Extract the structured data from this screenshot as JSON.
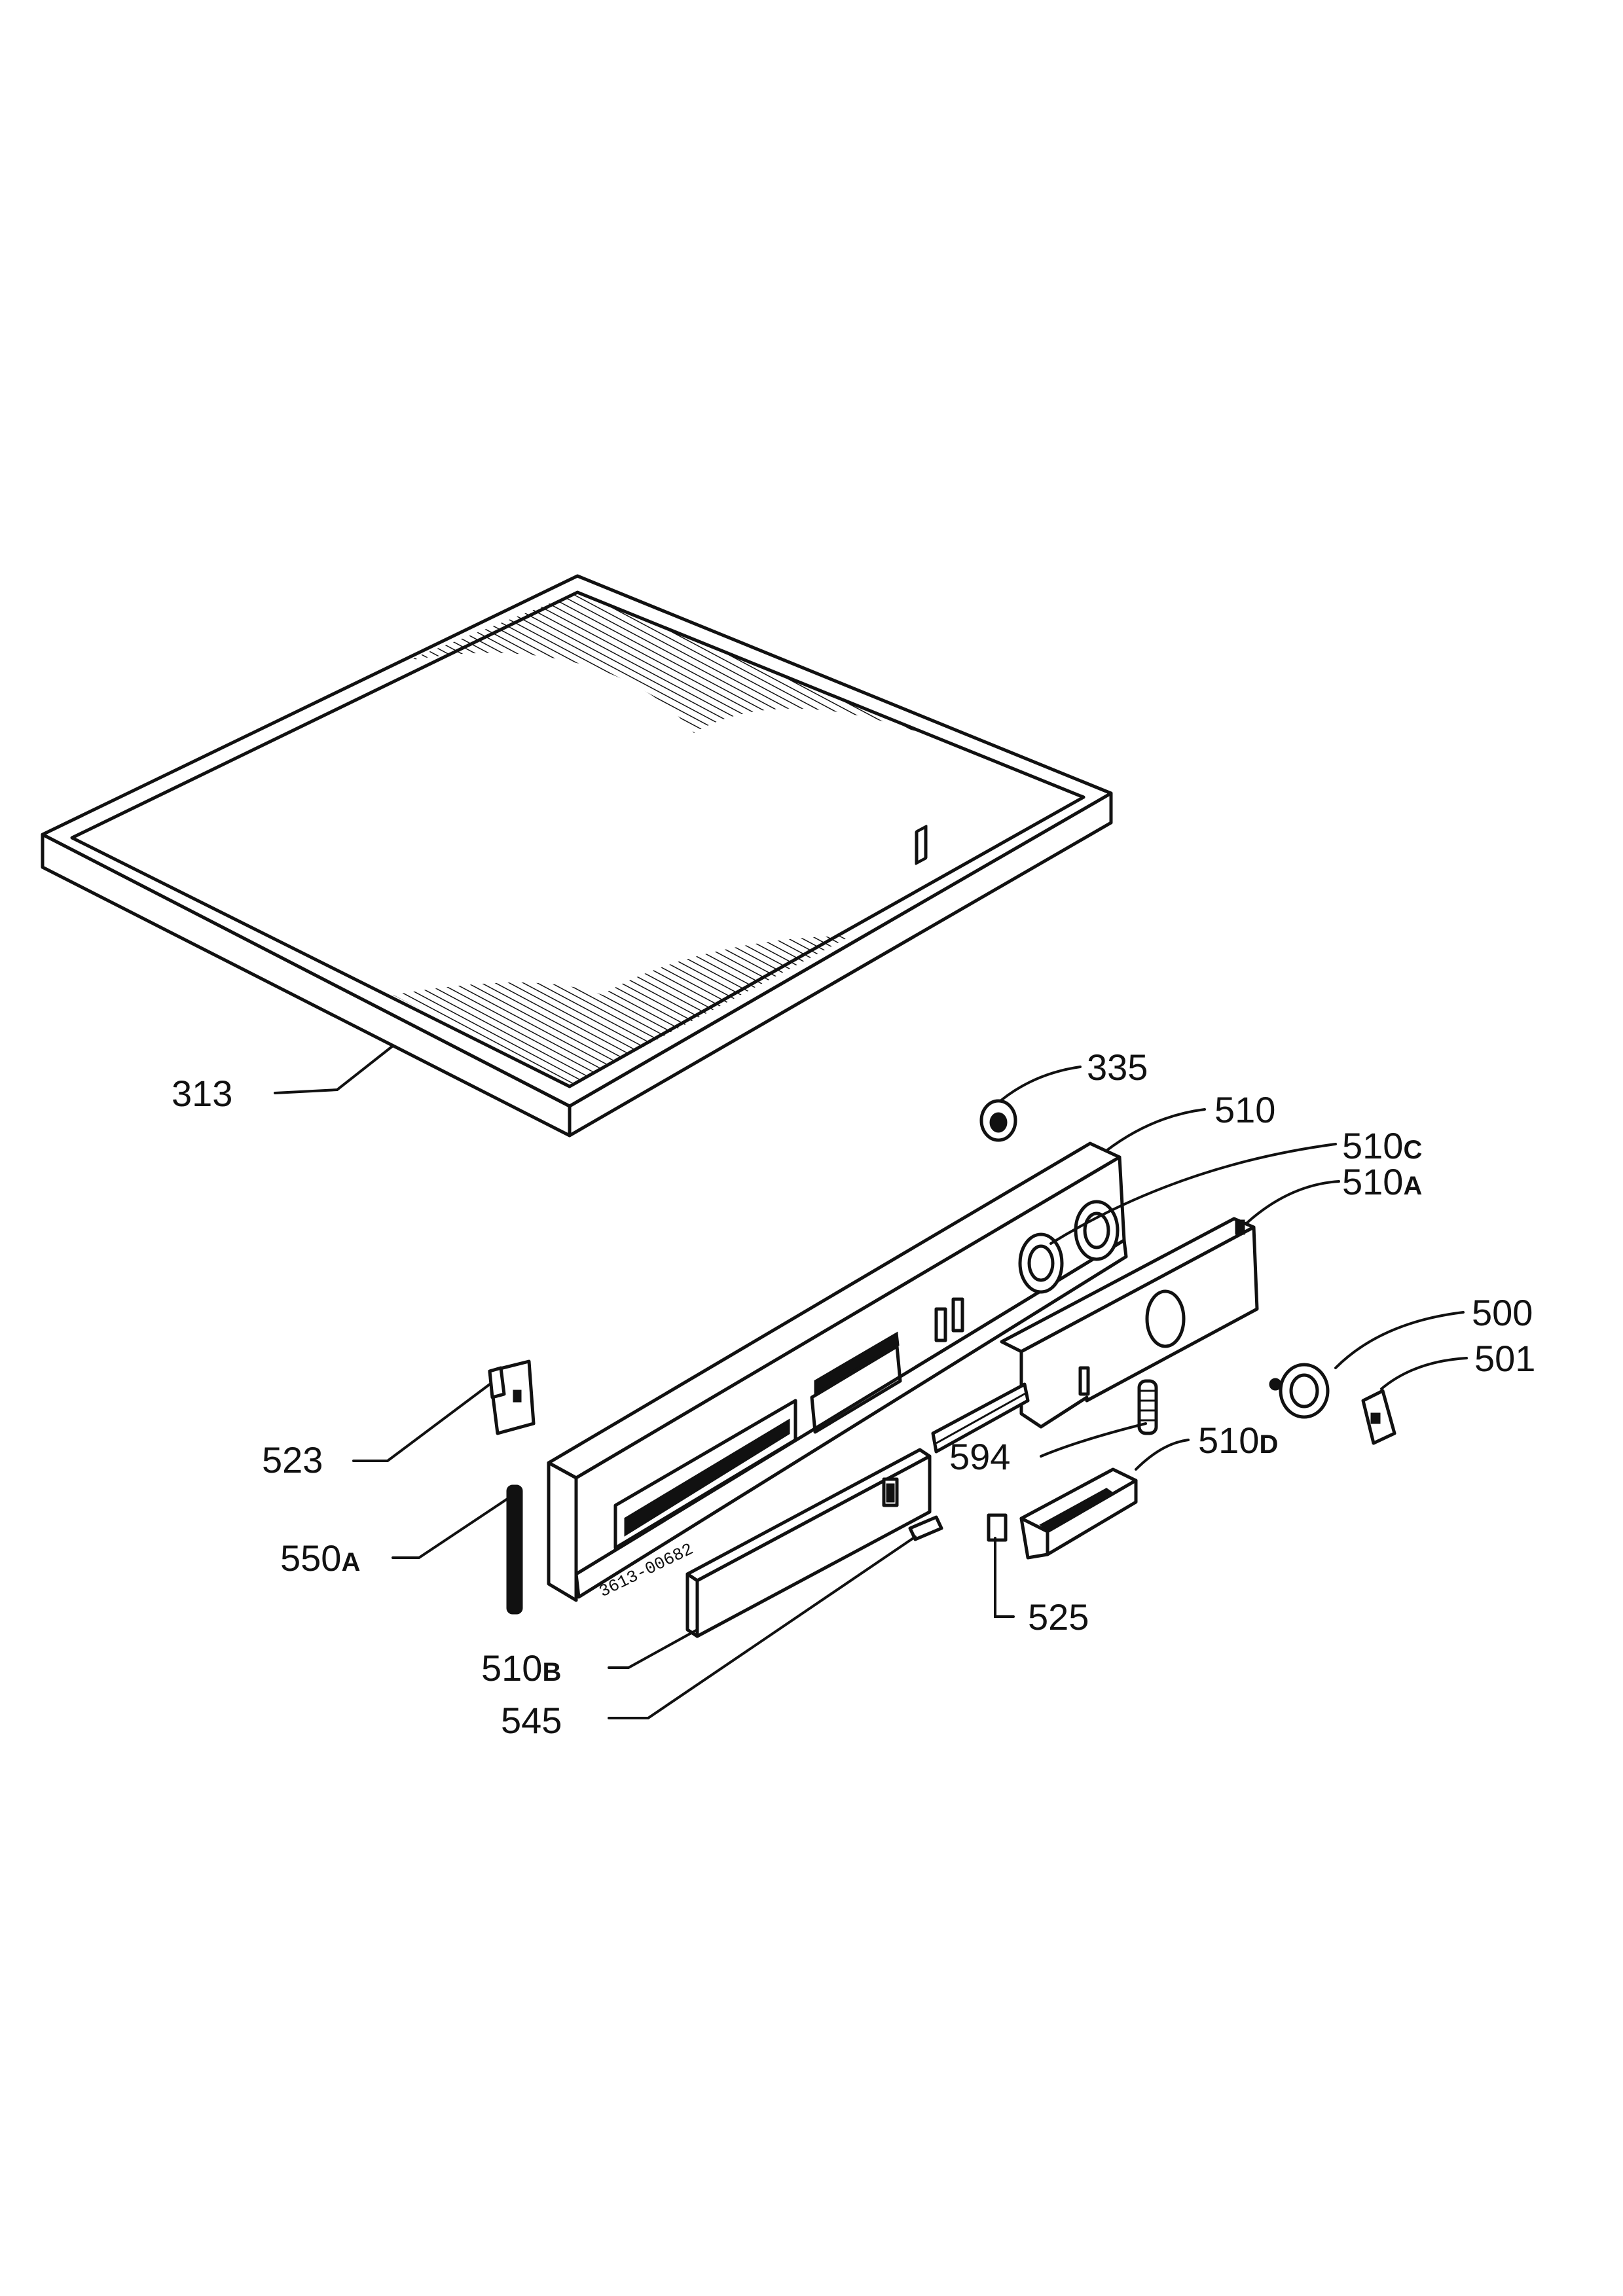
{
  "labels": {
    "p313": "313",
    "p335": "335",
    "p510": "510",
    "p510c_num": "510",
    "p510c_suf": "C",
    "p510a_num": "510",
    "p510a_suf": "A",
    "p500": "500",
    "p501": "501",
    "p523": "523",
    "p594": "594",
    "p510d_num": "510",
    "p510d_suf": "D",
    "p550a_num": "550",
    "p550a_suf": "A",
    "p525": "525",
    "p510b_num": "510",
    "p510b_suf": "B",
    "p545": "545"
  },
  "panel_code": "3613-00682"
}
